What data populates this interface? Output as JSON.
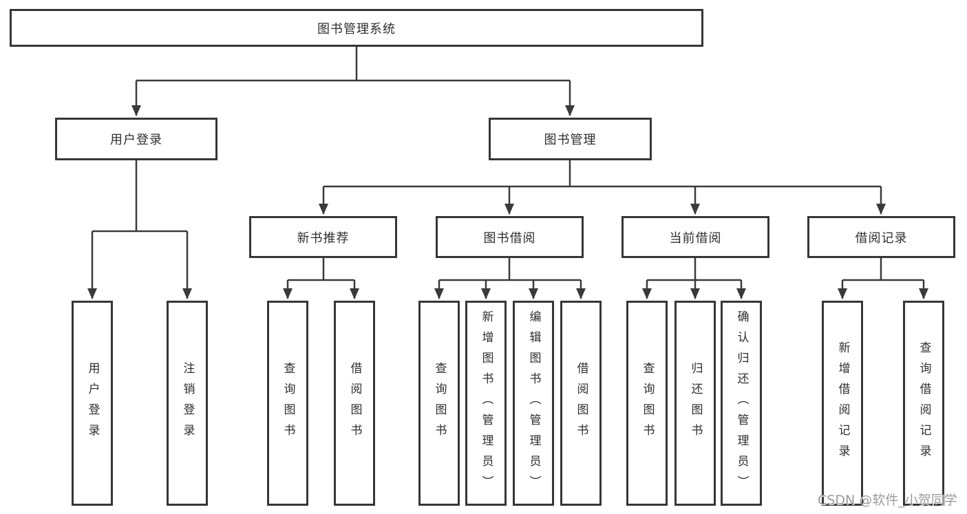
{
  "root": {
    "label": "图书管理系统"
  },
  "branches": [
    {
      "label": "用户登录",
      "children": [
        {
          "label": "用户登录"
        },
        {
          "label": "注销登录"
        }
      ]
    },
    {
      "label": "图书管理",
      "sections": [
        {
          "label": "新书推荐",
          "children": [
            {
              "label": "查询图书"
            },
            {
              "label": "借阅图书"
            }
          ]
        },
        {
          "label": "图书借阅",
          "children": [
            {
              "label": "查询图书"
            },
            {
              "label": "新增图书（管理员）"
            },
            {
              "label": "编辑图书（管理员）"
            },
            {
              "label": "借阅图书"
            }
          ]
        },
        {
          "label": "当前借阅",
          "children": [
            {
              "label": "查询图书"
            },
            {
              "label": "归还图书"
            },
            {
              "label": "确认归还（管理员）"
            }
          ]
        },
        {
          "label": "借阅记录",
          "children": [
            {
              "label": "新增借阅记录"
            },
            {
              "label": "查询借阅记录"
            }
          ]
        }
      ]
    }
  ],
  "watermark": {
    "text": "CSDN @软件_小贺同学"
  },
  "colors": {
    "line": "#3a3a3a",
    "box_border": "#363636",
    "text": "#2e2e2e",
    "background": "#ffffff",
    "watermark": "#9b9b9b"
  }
}
